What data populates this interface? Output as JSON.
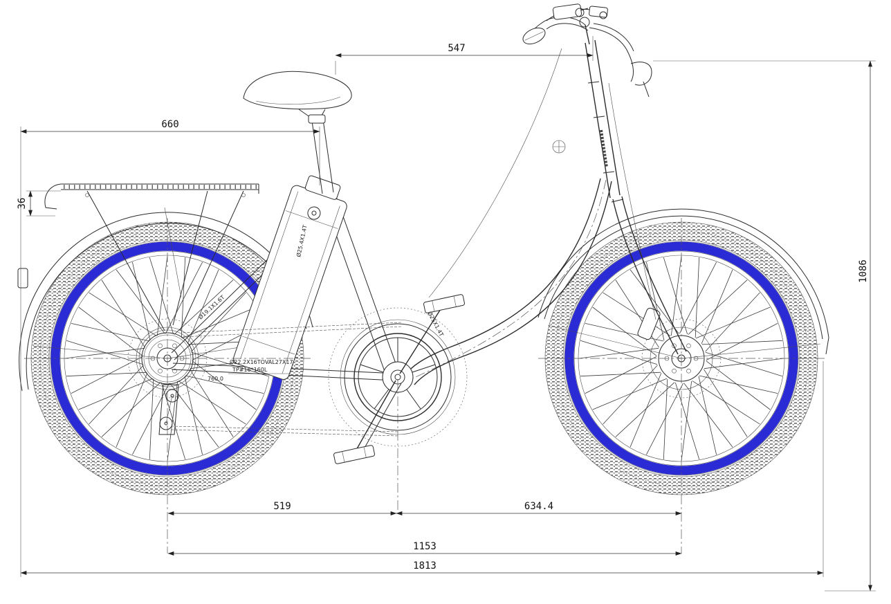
{
  "drawing": {
    "type": "electric-bicycle-technical-drawing",
    "dimensions": {
      "handlebar_to_seat": "547",
      "rack_length": "660",
      "rack_height": "36",
      "overall_height": "1086",
      "rear_hub_to_bb": "519",
      "bb_to_front_hub": "634.4",
      "wheelbase": "1153",
      "overall_length": "1813"
    },
    "part_labels": {
      "chainstay_spec_line1": "Ø22.2X16TOVAL27X17",
      "chainstay_spec_line2": "TP#16*160L",
      "stay_length": "760.0",
      "seat_tube_spec": "Ø25.4X1.4T",
      "seat_stay_spec": "Ø19.1X1.6T",
      "down_tube_spec": "Ø25X1.4T"
    },
    "colors": {
      "rim_accent": "#2b2bd6",
      "line": "#2b2b2b"
    }
  }
}
